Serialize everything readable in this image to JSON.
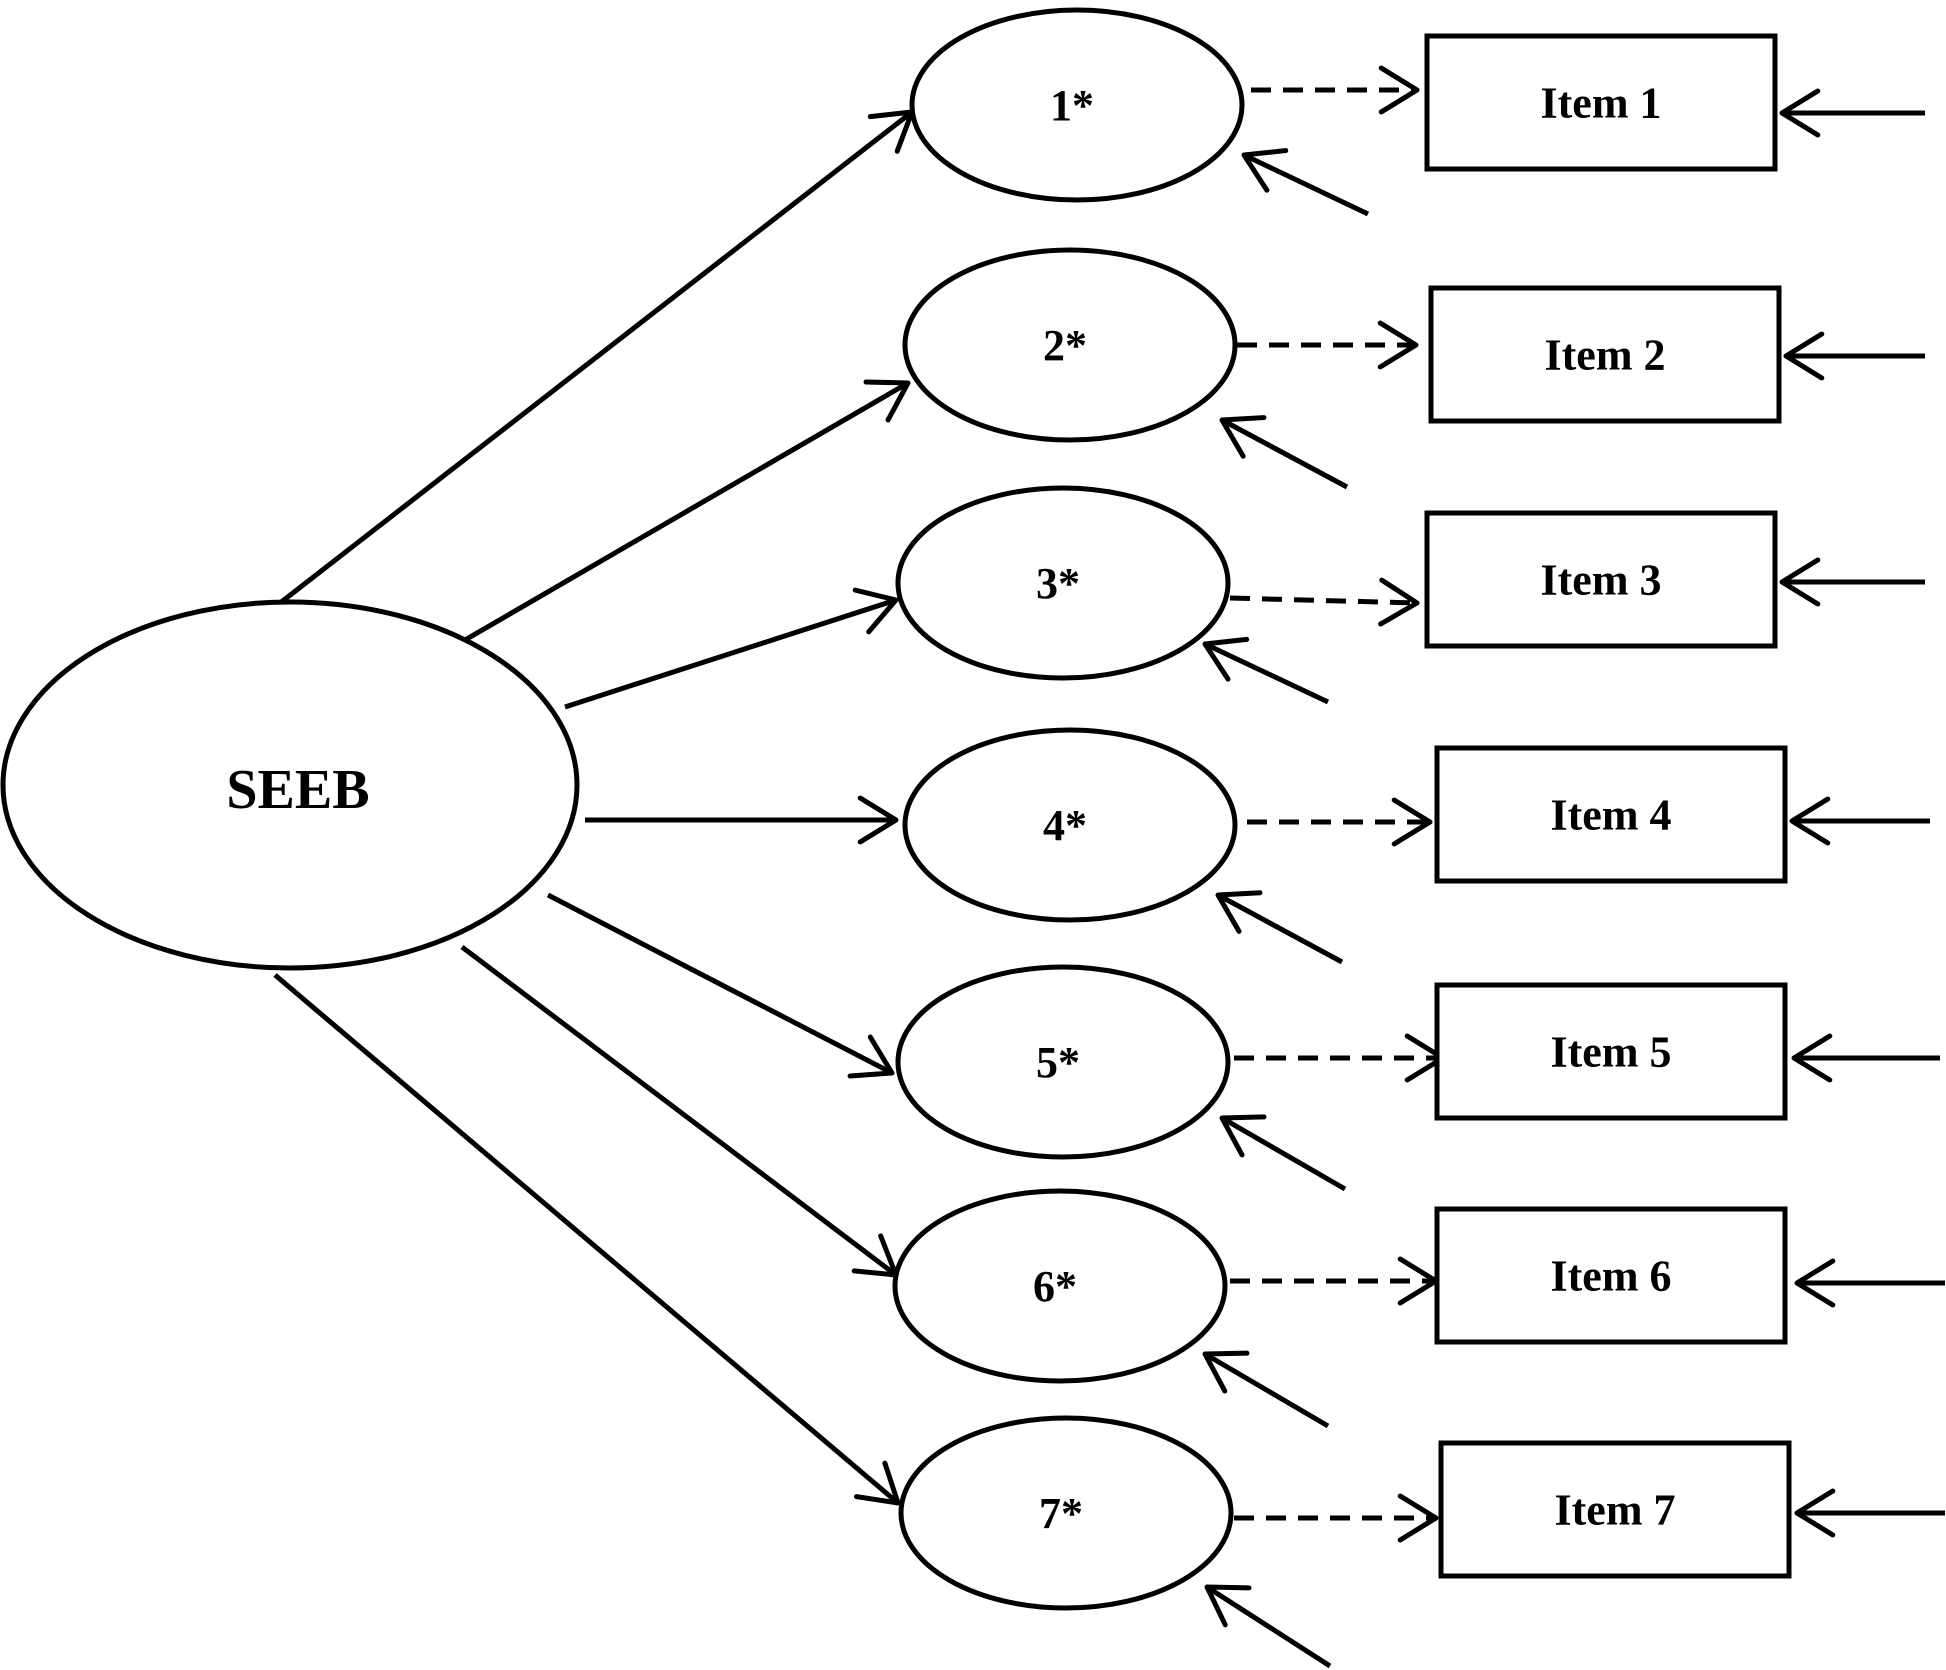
{
  "factor": {
    "label": "SEEB"
  },
  "latents": [
    {
      "id": "l1",
      "label": "1*"
    },
    {
      "id": "l2",
      "label": "2*"
    },
    {
      "id": "l3",
      "label": "3*"
    },
    {
      "id": "l4",
      "label": "4*"
    },
    {
      "id": "l5",
      "label": "5*"
    },
    {
      "id": "l6",
      "label": "6*"
    },
    {
      "id": "l7",
      "label": "7*"
    }
  ],
  "items": [
    {
      "id": "i1",
      "label": "Item 1"
    },
    {
      "id": "i2",
      "label": "Item 2"
    },
    {
      "id": "i3",
      "label": "Item 3"
    },
    {
      "id": "i4",
      "label": "Item 4"
    },
    {
      "id": "i5",
      "label": "Item 5"
    },
    {
      "id": "i6",
      "label": "Item 6"
    },
    {
      "id": "i7",
      "label": "Item 7"
    }
  ],
  "edges": {
    "factor_to_latent": "solid",
    "latent_to_item": "dashed",
    "latent_error": "solid",
    "item_error": "solid"
  }
}
